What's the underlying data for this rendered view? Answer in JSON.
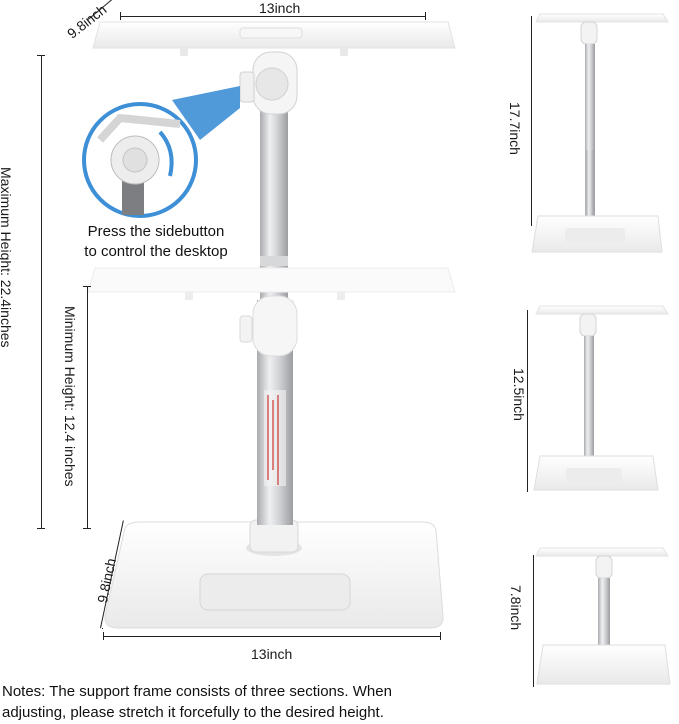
{
  "main_view": {
    "top_width_label": "13inch",
    "top_depth_label": "9.8inch",
    "max_height_label": "Maximum Height: 22.4inches",
    "min_height_label": "Minimum Height: 12.4 inches",
    "callout_line1": "Press the sidebutton",
    "callout_line2": "to control the desktop",
    "base_depth_label": "9.8inch",
    "base_width_label": "13inch"
  },
  "side_views": [
    {
      "height_label": "17.7inch"
    },
    {
      "height_label": "12.5inch"
    },
    {
      "height_label": "7.8inch"
    }
  ],
  "notes": {
    "line1": "Notes: The support frame consists of three sections. When",
    "line2": "adjusting, please stretch it forcefully to the desired height."
  },
  "colors": {
    "accent": "#3d8fd6",
    "stand_white": "#f4f4f4",
    "pole_silver": "#c9cacc",
    "dimension_line": "#222222"
  }
}
